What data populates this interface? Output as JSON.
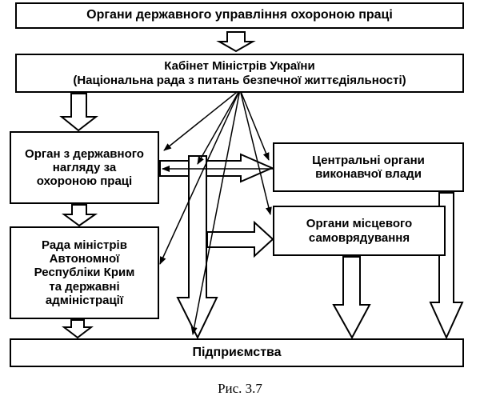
{
  "diagram": {
    "boxes": {
      "top": "Органи державного управління охороною праці",
      "cabinet": "Кабінет Міністрів України\n(Національна рада з питань безпечної життєдіяльності)",
      "nadzor": "Орган з державного\nнагляду за\nохороною праці",
      "rada": "Рада міністрів\nАвтономної\nРеспубліки Крим\nта державні\nадміністрації",
      "central": "Центральні органи\nвиконавчої влади",
      "local": "Органи місцевого\nсамоврядування",
      "enterprises": "Підприємства"
    },
    "caption": "Рис. 3.7"
  }
}
